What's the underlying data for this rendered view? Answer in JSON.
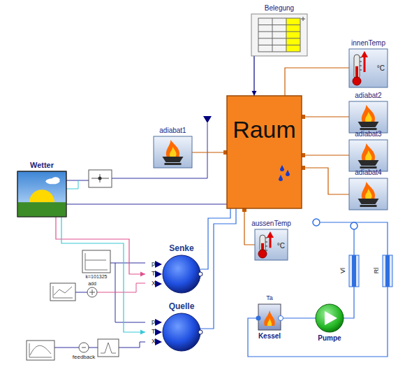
{
  "diagram": {
    "nodes": [
      {
        "text": [
          "Belegung"
        ]
      },
      {
        "text": [
          "innenTemp",
          "°C"
        ]
      },
      {
        "text": [
          "adiabat1"
        ]
      },
      {
        "text": [
          "Raum"
        ]
      },
      {
        "text": [
          "adiabat2"
        ]
      },
      {
        "text": [
          "adiabat3"
        ]
      },
      {
        "text": [
          "adiabat4"
        ]
      },
      {
        "text": [
          "Wetter"
        ]
      },
      {
        "text": [
          "aussenTemp",
          "°C"
        ]
      },
      {
        "text": [
          "Senke"
        ]
      },
      {
        "text": [
          "Quelle"
        ]
      },
      {
        "text": [
          "Ta",
          "Kessel"
        ]
      },
      {
        "text": [
          "Pumpe"
        ]
      }
    ],
    "edges": [
      {
        "from": 0,
        "to": 3,
        "arrow": "to"
      },
      {
        "from": 3,
        "to": 1,
        "arrow": "none"
      },
      {
        "from": 2,
        "to": 3,
        "arrow": "none"
      },
      {
        "from": 3,
        "to": 4,
        "arrow": "none"
      },
      {
        "from": 3,
        "to": 5,
        "arrow": "none"
      },
      {
        "from": 3,
        "to": 6,
        "arrow": "none"
      },
      {
        "from": 7,
        "to": 3,
        "arrow": "none"
      },
      {
        "from": 3,
        "to": 8,
        "arrow": "none"
      },
      {
        "from": 9,
        "to": 3,
        "arrow": "none"
      },
      {
        "from": 10,
        "to": 3,
        "arrow": "none"
      },
      {
        "from": 7,
        "to": 9,
        "arrow": "to"
      },
      {
        "from": 7,
        "to": 10,
        "arrow": "to"
      },
      {
        "from": 11,
        "to": 12,
        "arrow": "none"
      }
    ],
    "labels": [
      "k=101325",
      "add",
      "feedback",
      "p",
      "T",
      "X",
      "p",
      "T",
      "X",
      "Vl",
      "Rl"
    ]
  }
}
